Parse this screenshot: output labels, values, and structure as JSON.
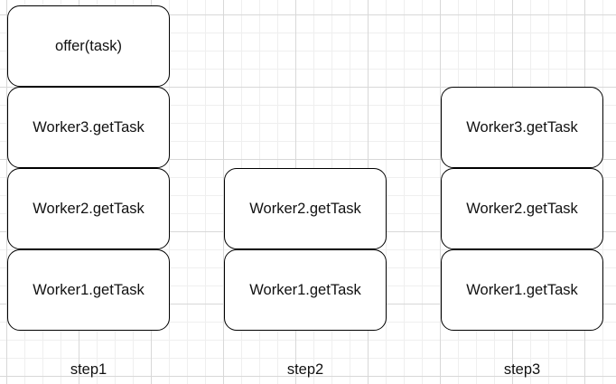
{
  "step1": {
    "label": "step1",
    "boxes": [
      "offer(task)",
      "Worker3.getTask",
      "Worker2.getTask",
      "Worker1.getTask"
    ]
  },
  "step2": {
    "label": "step2",
    "boxes": [
      "Worker2.getTask",
      "Worker1.getTask"
    ]
  },
  "step3": {
    "label": "step3",
    "boxes": [
      "Worker3.getTask",
      "Worker2.getTask",
      "Worker1.getTask"
    ]
  }
}
